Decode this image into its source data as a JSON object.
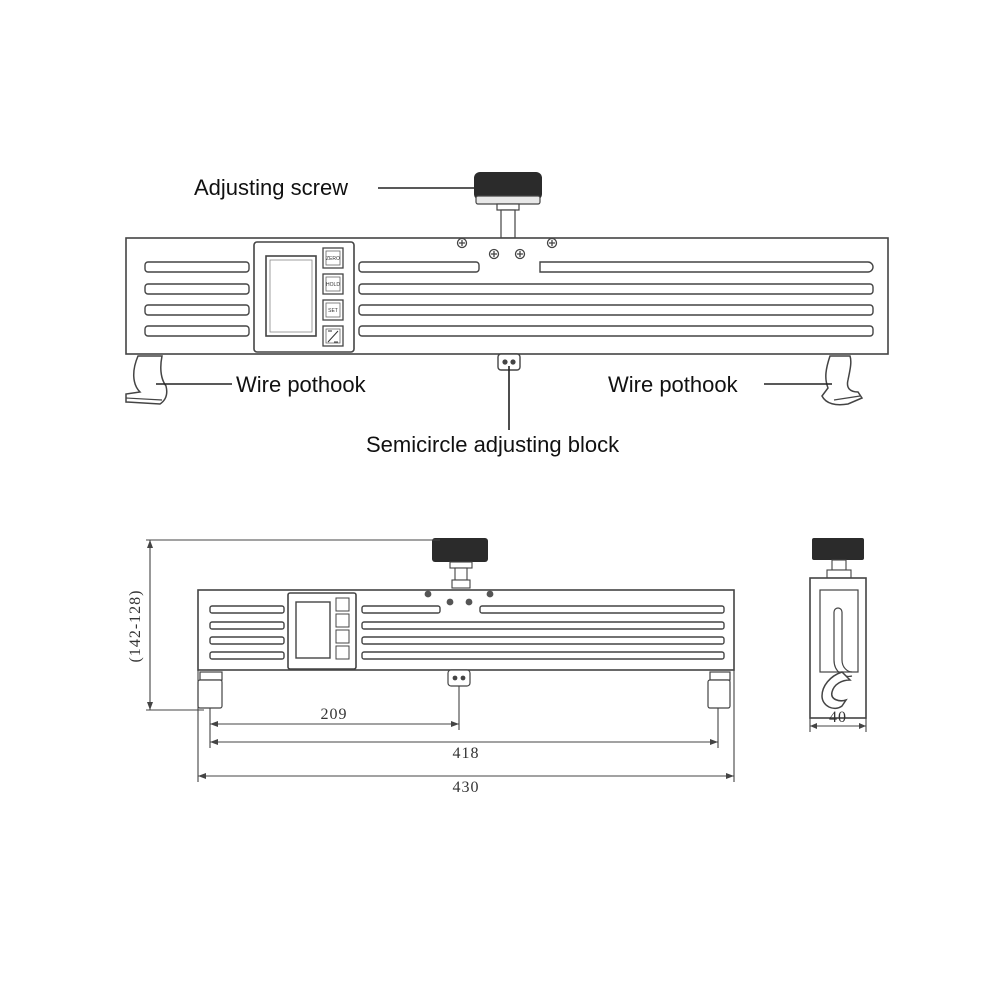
{
  "labels": {
    "adjusting_screw": "Adjusting screw",
    "wire_pothook_left": "Wire pothook",
    "wire_pothook_right": "Wire pothook",
    "semicircle_block": "Semicircle adjusting block"
  },
  "buttons": {
    "b1": "ZERO",
    "b2": "HOLD",
    "b3": "SET"
  },
  "dimensions": {
    "height_range": "(142-128)",
    "half_span": "209",
    "hook_span": "418",
    "total_length": "430",
    "side_width": "40"
  },
  "colors": {
    "knob": "#2b2b2b",
    "line": "#444444"
  }
}
